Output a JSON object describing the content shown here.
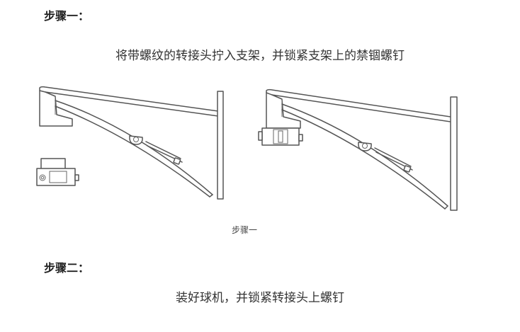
{
  "step1": {
    "title": "步骤一：",
    "description": "将带螺纹的转接头拧入支架，并锁紧支架上的禁锢螺钉",
    "caption": "步骤一"
  },
  "step2": {
    "title": "步骤二：",
    "description": "装好球机，并锁紧转接头上螺钉"
  },
  "colors": {
    "text": "#333333",
    "line": "#555555"
  }
}
